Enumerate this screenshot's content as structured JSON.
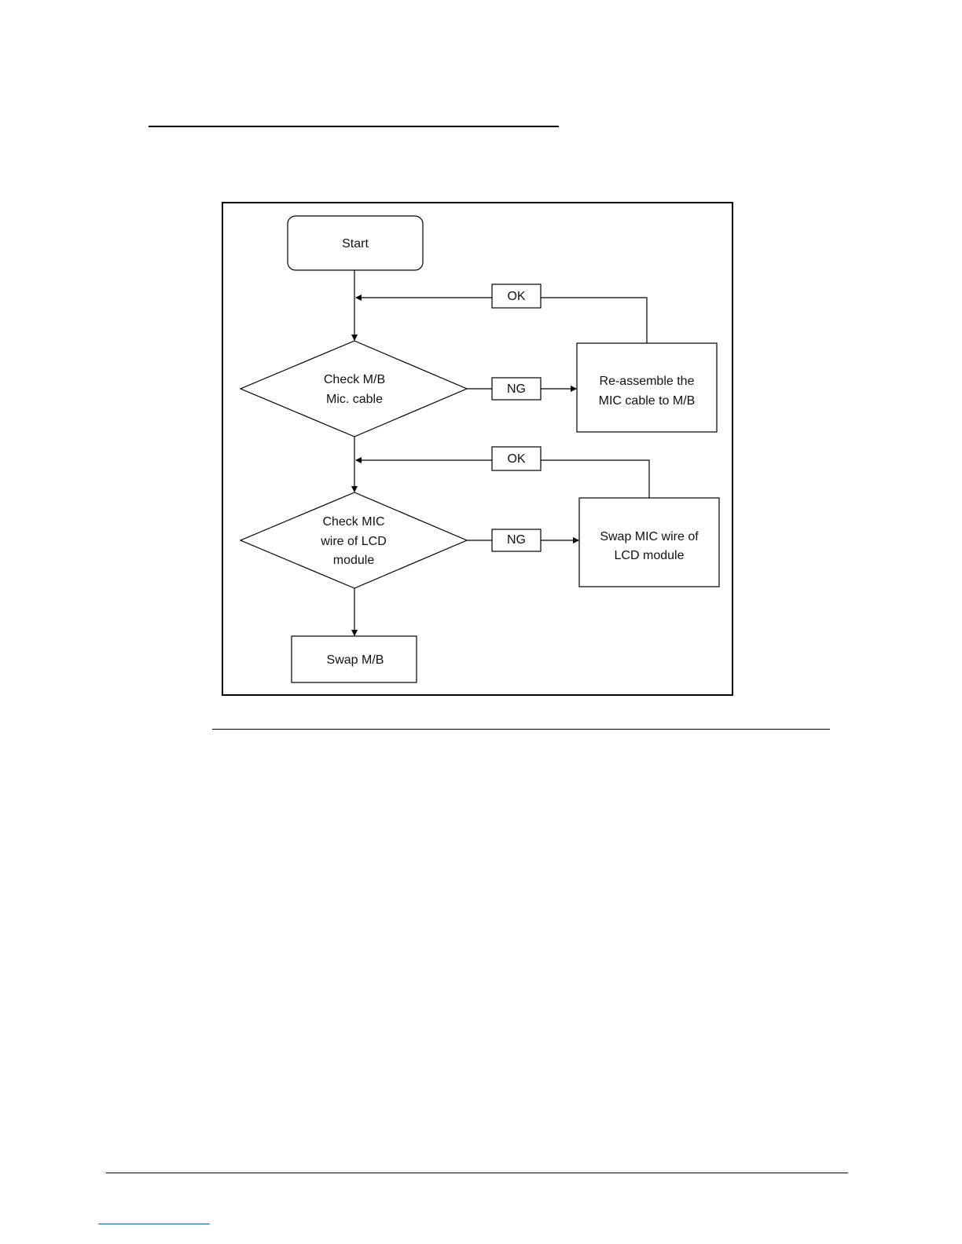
{
  "flowchart": {
    "start": "Start",
    "decision_1": [
      "Check M/B",
      "Mic. cable"
    ],
    "action_1": [
      "Re-assemble the",
      "MIC cable to M/B"
    ],
    "decision_2": [
      "Check MIC",
      "wire of LCD",
      "module"
    ],
    "action_2": [
      "Swap MIC wire of",
      "LCD module"
    ],
    "end": "Swap M/B",
    "ok_label_1": "OK",
    "ng_label_1": "NG",
    "ok_label_2": "OK",
    "ng_label_2": "NG"
  },
  "colors": {
    "line": "#000000",
    "link_underline": "#1a56c4"
  }
}
